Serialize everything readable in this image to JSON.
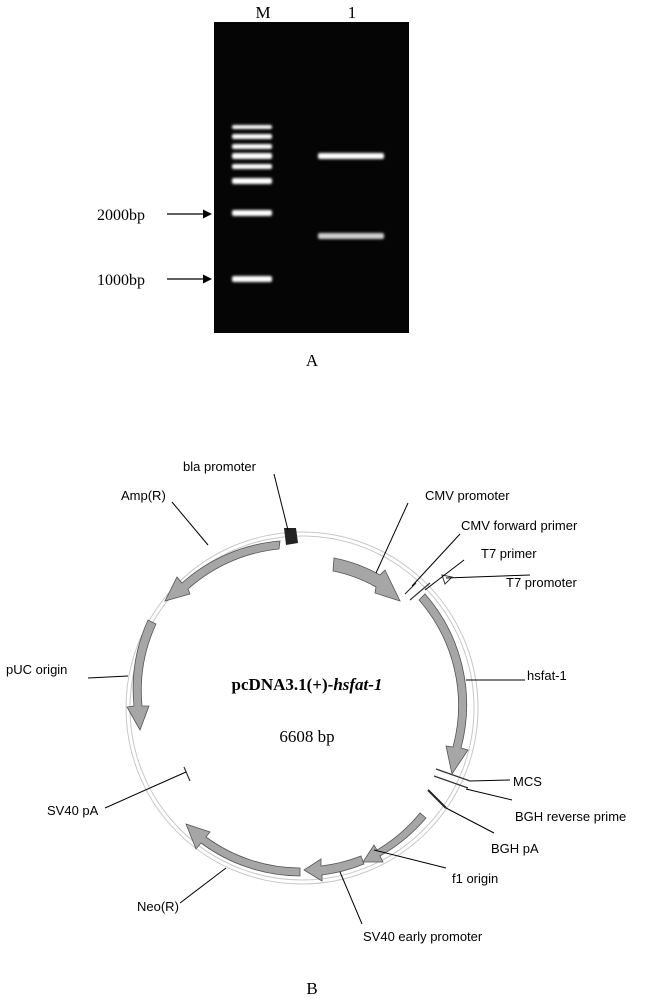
{
  "gel": {
    "lane_m": "M",
    "lane_1": "1",
    "marker_2000": "2000bp",
    "marker_1000": "1000bp",
    "panel_label": "A"
  },
  "plasmid": {
    "name_prefix": "pcDNA3.1(+)-",
    "name_gene": "hsfat-1",
    "size": "6608 bp",
    "panel_label": "B",
    "labels": {
      "bla_promoter": "bla promoter",
      "amp": "Amp(R)",
      "cmv_promoter": "CMV promoter",
      "cmv_forward": "CMV forward primer",
      "t7_primer": "T7 primer",
      "t7_promoter": "T7 promoter",
      "puc": "pUC origin",
      "hsfat": "hsfat-1",
      "mcs": "MCS",
      "bgh_reverse": "BGH reverse prime",
      "sv40_pa": "SV40 pA",
      "bgh_pa": "BGH pA",
      "f1": "f1 origin",
      "neo": "Neo(R)",
      "sv40_early": "SV40 early promoter"
    }
  },
  "colors": {
    "gel_bg": "#050505",
    "band": "#ffffff",
    "feature_fill": "#a6a6a6",
    "feature_stroke": "#555555"
  }
}
